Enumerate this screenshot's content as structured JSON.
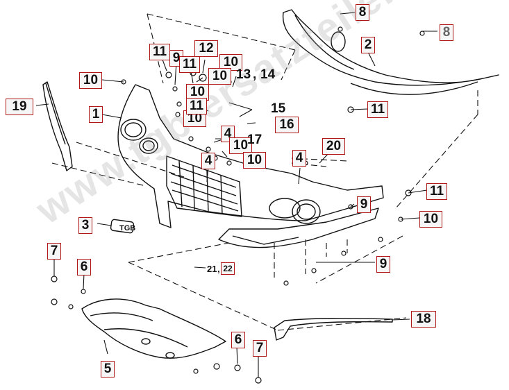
{
  "callouts": {
    "c1": "1",
    "c2": "2",
    "c3": "3",
    "c4a": "4",
    "c4b": "4",
    "c4c": "4",
    "c5": "5",
    "c6a": "6",
    "c6b": "6",
    "c7a": "7",
    "c7b": "7",
    "c8a": "8",
    "c8b": "8",
    "c9a": "9",
    "c9b": "9",
    "c9c": "9",
    "c10a": "10",
    "c10b": "10",
    "c10c": "10",
    "c10d": "10",
    "c10e": "10",
    "c10f": "10",
    "c10g": "10",
    "c10h": "10",
    "c11a": "11",
    "c11b": "11",
    "c11c": "11",
    "c11d": "11",
    "c11e": "11",
    "c12": "12",
    "c13": "13",
    "c14": "14",
    "c15": "15",
    "c16": "16",
    "c17": "17",
    "c18": "18",
    "c19": "19",
    "c20": "20",
    "c21": "21",
    "c22": "22"
  },
  "separators": {
    "s1314": ",",
    "s2122": ","
  },
  "emblem_text": "TGB",
  "watermark": "www.tgb-ersatzteile.de",
  "colors": {
    "callout_border": "#b01818",
    "line": "#111111",
    "watermark": "#a0a0a0"
  }
}
